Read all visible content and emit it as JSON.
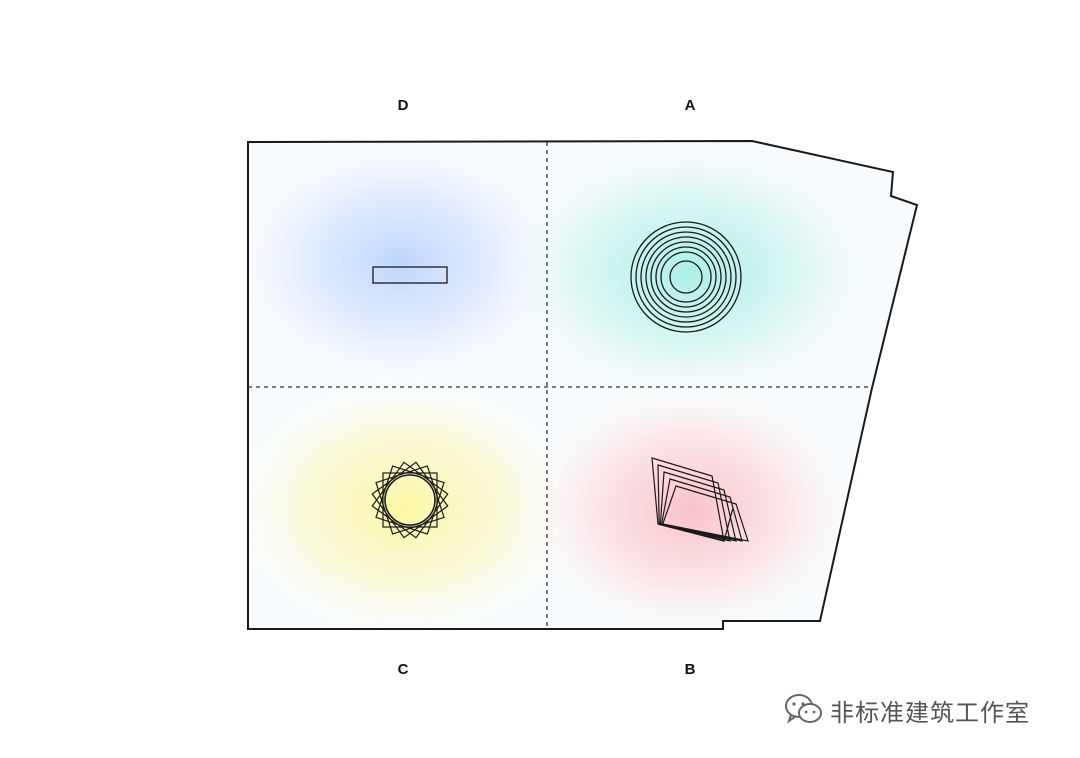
{
  "zones": [
    {
      "id": "D",
      "label": "D",
      "color": "#c8dbff",
      "shape": "rectangle"
    },
    {
      "id": "A",
      "label": "A",
      "color": "#b9f2ea",
      "shape": "concentric-circles"
    },
    {
      "id": "C",
      "label": "C",
      "color": "#fbf8b4",
      "shape": "rotated-squares-star"
    },
    {
      "id": "B",
      "label": "B",
      "color": "#fccfd4",
      "shape": "stacked-folders"
    }
  ],
  "watermark": {
    "icon": "wechat-icon",
    "text": "非标准建筑工作室"
  },
  "colors": {
    "outline": "#1a1a1a",
    "divider": "#333333"
  }
}
